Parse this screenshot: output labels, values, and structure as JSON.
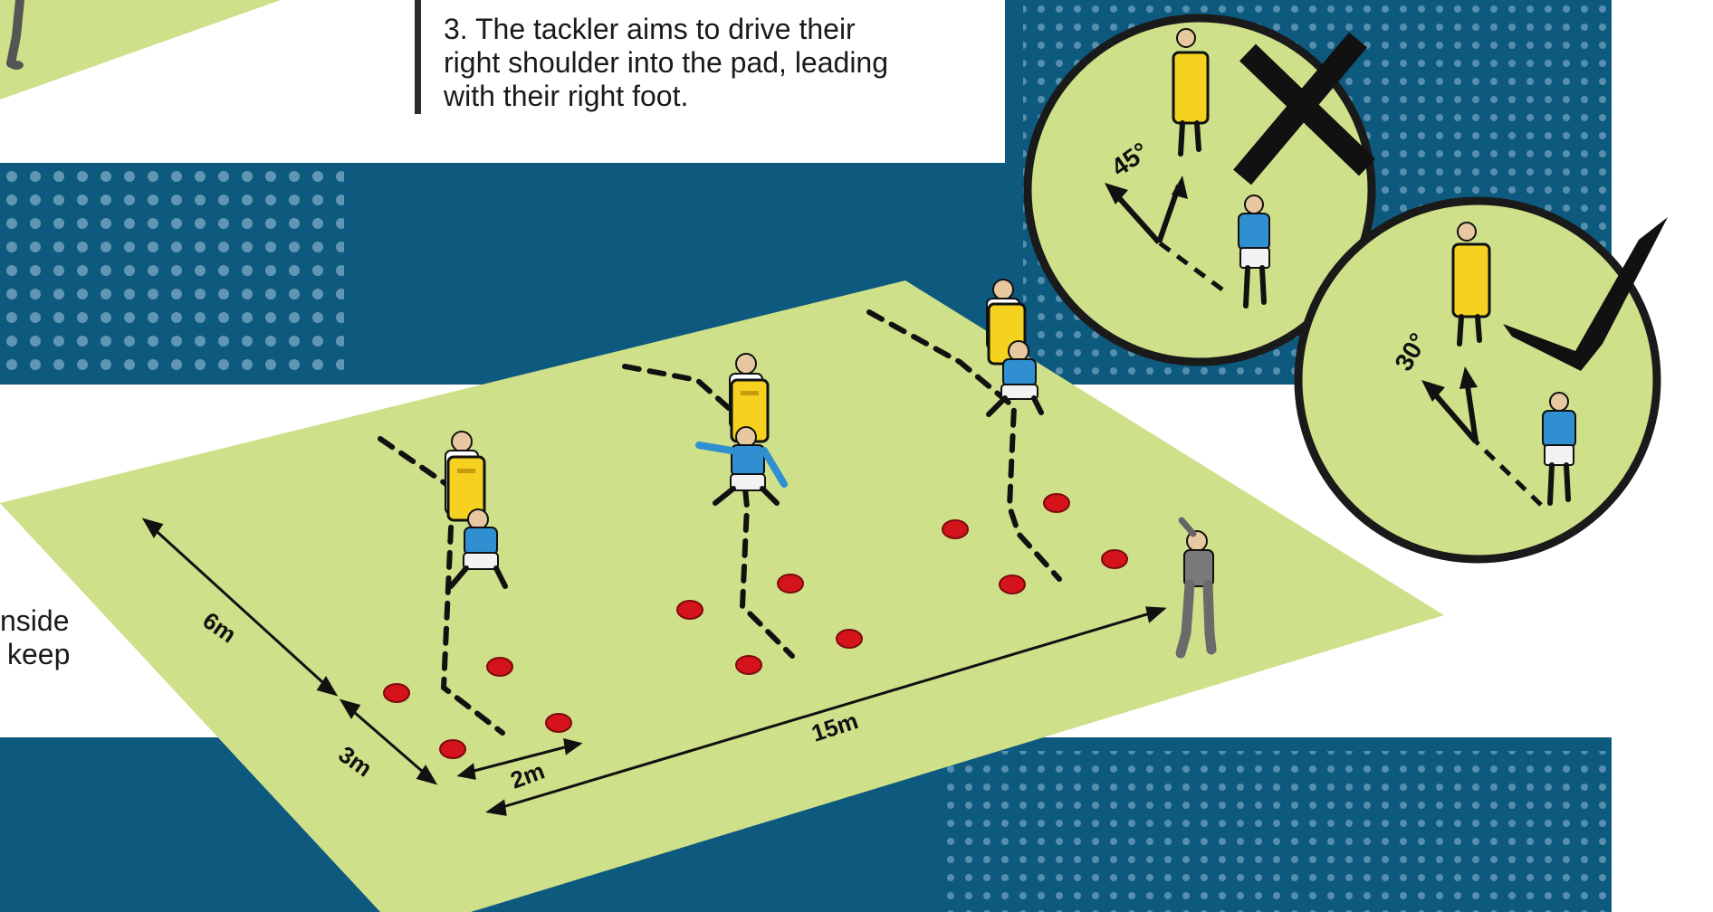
{
  "instruction": {
    "step_number": "3.",
    "lines": [
      "3. The tackler aims to drive their",
      "right shoulder into the pad, leading",
      "with their right foot."
    ]
  },
  "cutoff_text": {
    "lines": [
      "nside",
      "keep"
    ]
  },
  "measurements": {
    "length_6m": "6m",
    "length_3m": "3m",
    "length_2m": "2m",
    "length_15m": "15m"
  },
  "angles": {
    "wrong": {
      "label": "45°",
      "verdict": "cross-icon"
    },
    "right": {
      "label": "30°",
      "verdict": "check-icon"
    }
  },
  "colors": {
    "pitch": "#cfe08a",
    "navy": "#0e5a7e",
    "dot": "#8fb8d2",
    "pad": "#f4d21f",
    "tackler_shirt": "#2f8fd0",
    "cone": "#d4131b"
  }
}
